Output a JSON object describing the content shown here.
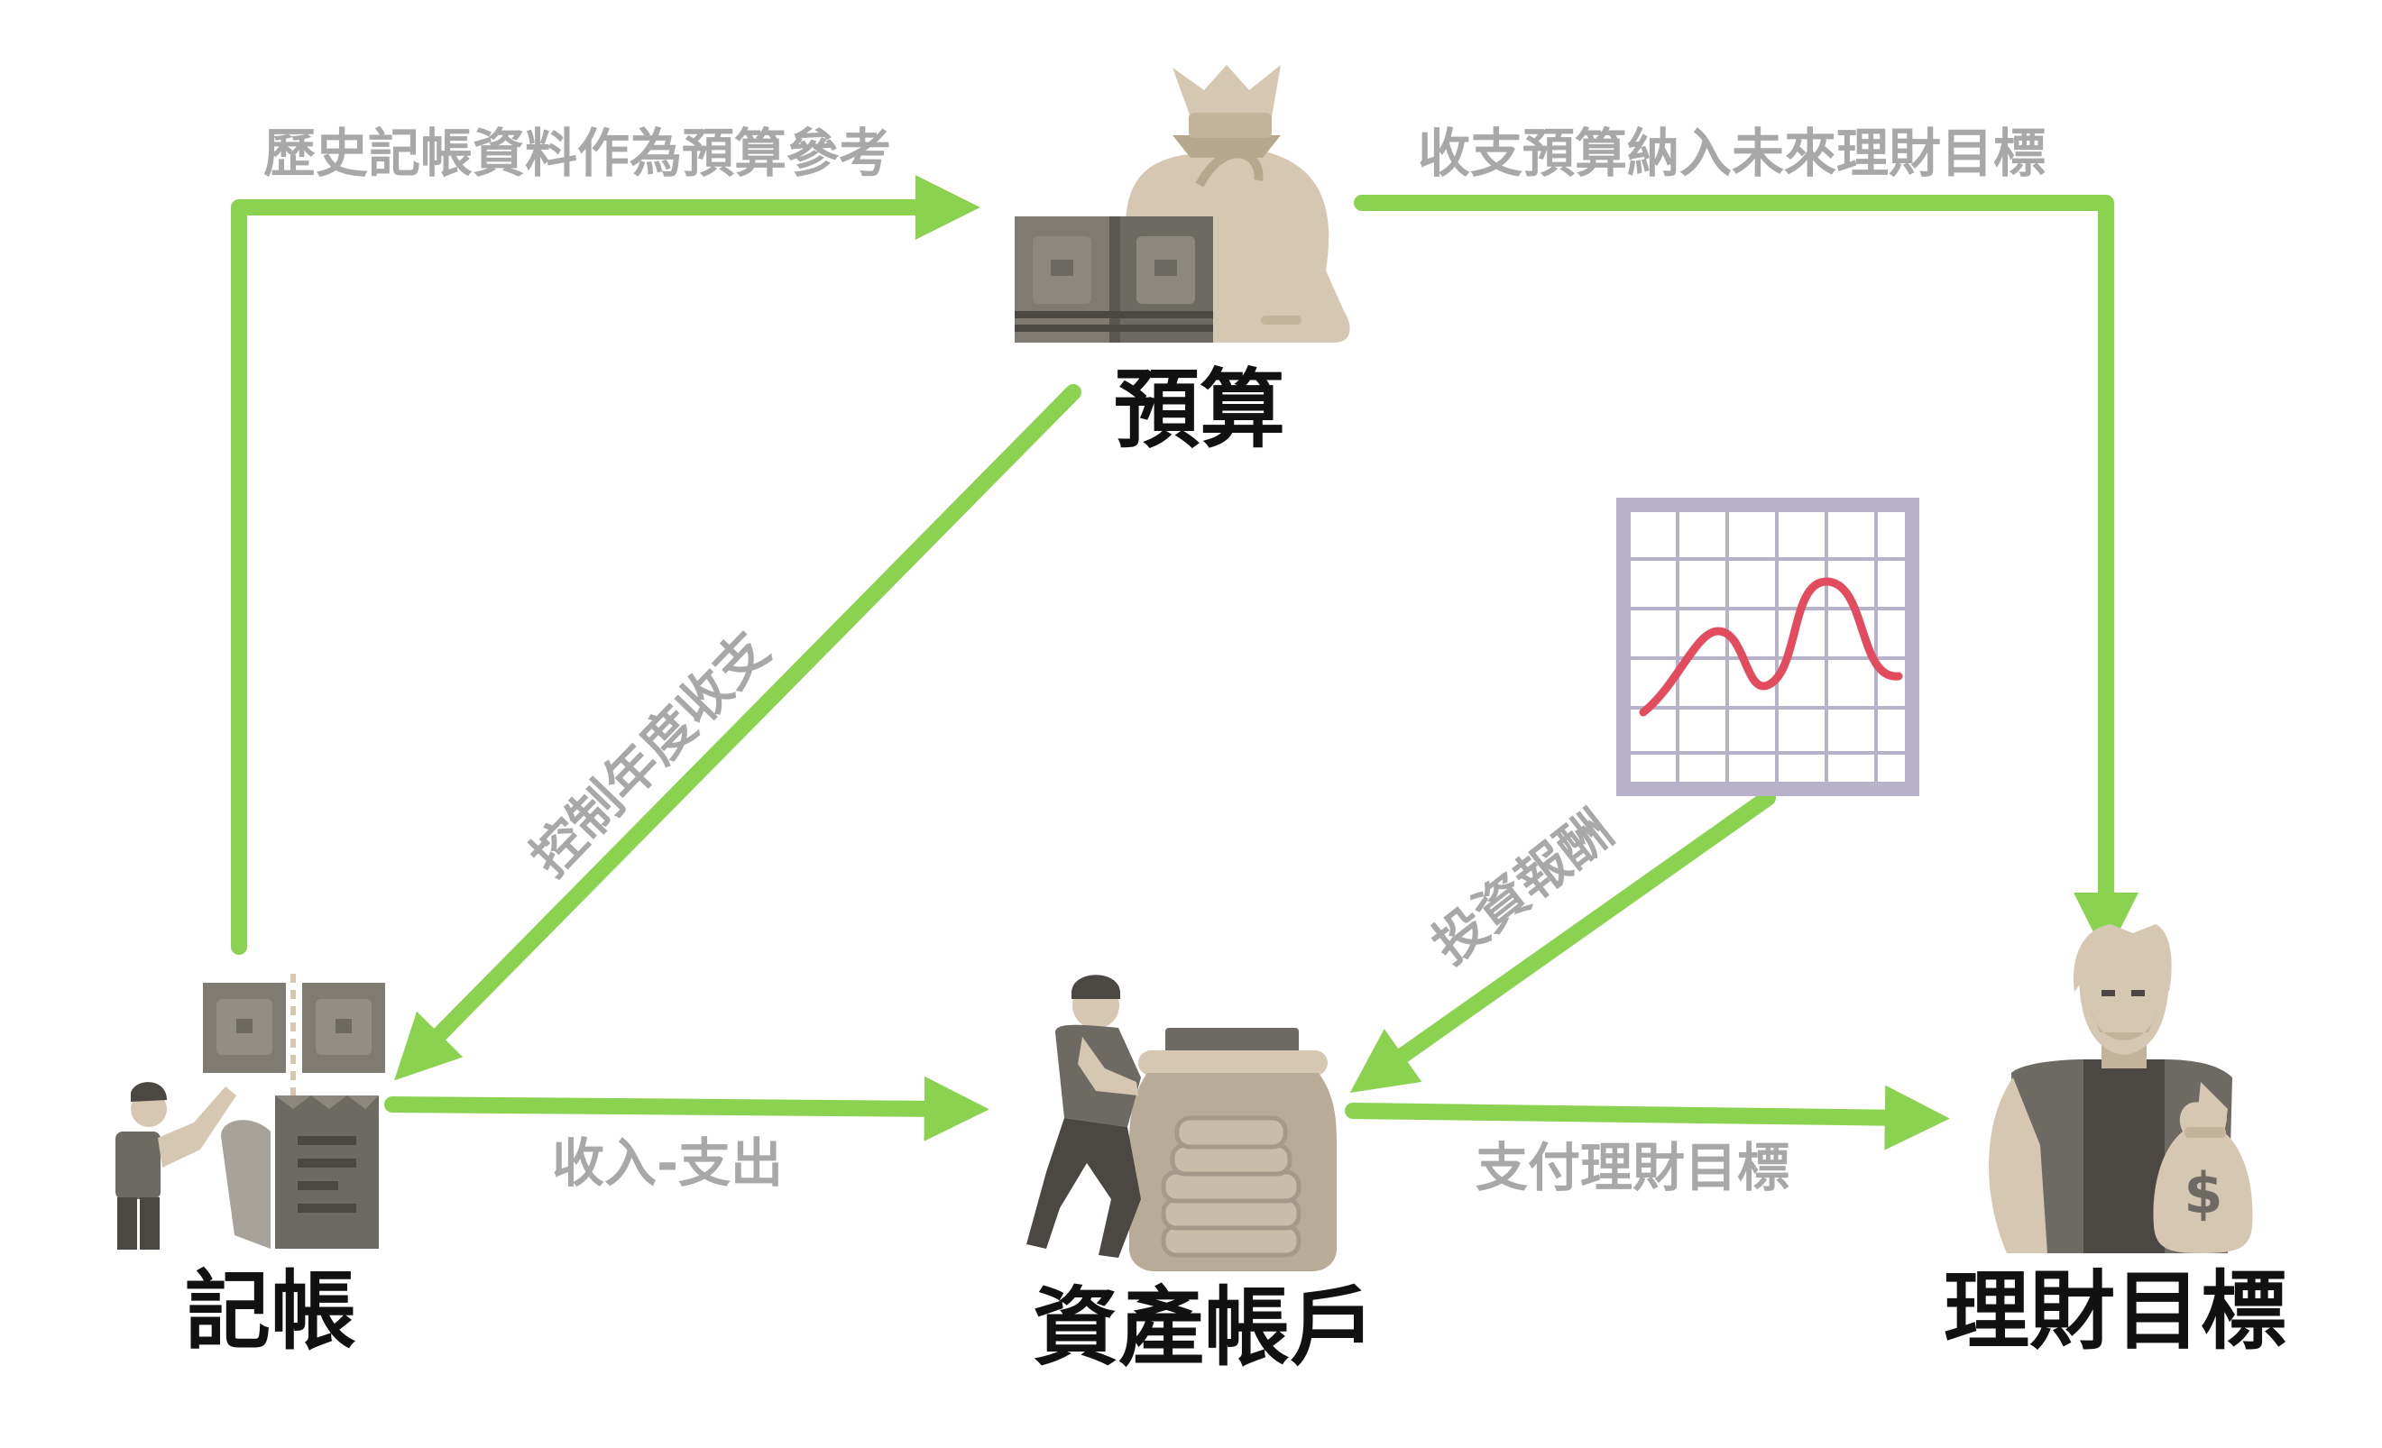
{
  "nodes": {
    "budget": "預算",
    "bookkeeping": "記帳",
    "asset_account": "資產帳戶",
    "financial_goal": "理財目標"
  },
  "edges": {
    "history_to_budget": "歷史記帳資料作為預算參考",
    "budget_to_goal": "收支預算納入未來理財目標",
    "control_expenses": "控制年度收支",
    "income_minus_expense": "收入-支出",
    "investment_return": "投資報酬",
    "pay_goal": "支付理財目標"
  },
  "icons": {
    "budget": "money-bag-and-cash-icon",
    "bookkeeping": "person-with-receipt-icon",
    "asset_account": "person-with-coin-jar-icon",
    "financial_goal": "man-with-money-bag-icon",
    "investment": "line-chart-icon",
    "money_bag_symbol": "$"
  },
  "colors": {
    "arrow": "#8ad24f",
    "edge_label": "#a8a8a8",
    "node_label": "#111111",
    "icon_tan": "#d6c7b2",
    "icon_grey": "#6d6a64",
    "icon_dark": "#4b4843",
    "chart_frame": "#b7b2c9",
    "chart_line": "#e34b5e"
  }
}
